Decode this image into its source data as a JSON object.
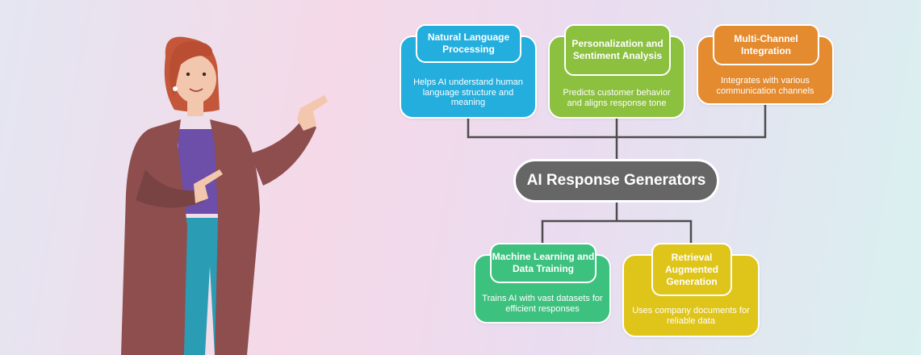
{
  "center": {
    "label": "AI Response Generators",
    "color": "#666666"
  },
  "cards": {
    "nlp": {
      "title": "Natural Language Processing",
      "description": "Helps AI understand human language structure and meaning",
      "color": "#23aede"
    },
    "personalization": {
      "title": "Personalization and Sentiment Analysis",
      "description": "Predicts customer behavior and aligns response tone",
      "color": "#8cc03f"
    },
    "multichannel": {
      "title": "Multi-Channel Integration",
      "description": "Integrates with various communication channels",
      "color": "#e48a2f"
    },
    "machine_learning": {
      "title": "Machine Learning and Data Training",
      "description": "Trains AI with vast datasets for efficient responses",
      "color": "#3dc17f"
    },
    "rag": {
      "title": "Retrieval Augmented Generation",
      "description": "Uses company documents for reliable data",
      "color": "#dfc51a"
    }
  },
  "connector_color": "#4d4d4d",
  "illustration": "woman-pointing-illustration"
}
